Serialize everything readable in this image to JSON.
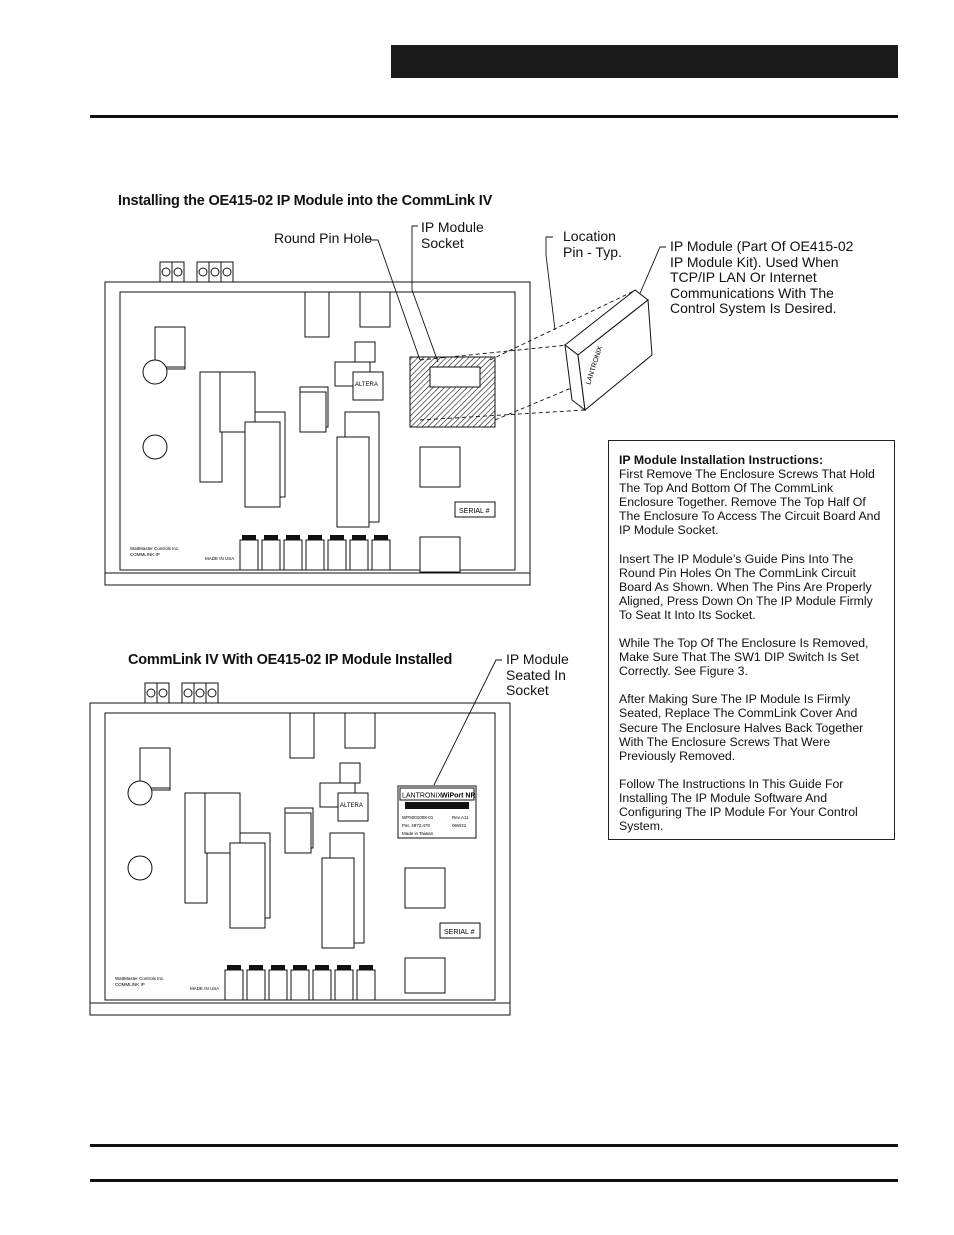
{
  "figure1": {
    "heading": "Installing the OE415-02 IP Module into the CommLink IV",
    "callouts": {
      "round_pin_hole": "Round Pin Hole",
      "ip_module_socket": "IP Module\nSocket",
      "location_pin": "Location\nPin - Typ.",
      "ip_module": "IP Module (Part Of OE415-02\nIP Module Kit). Used When\nTCP/IP LAN Or Internet\nCommunications With The\nControl System Is Desired."
    }
  },
  "figure2": {
    "heading": "CommLink IV With OE415-02 IP Module Installed",
    "callouts": {
      "seated": "IP Module\nSeated In\nSocket"
    },
    "module_label": {
      "brand": "LANTRONIX",
      "model": "WiPort NR",
      "part": "WP5001008-01",
      "rev": "Rev.A11",
      "patent": "Pat. 4872,470",
      "date": "06W21",
      "origin": "Made in Taiwan"
    }
  },
  "board": {
    "maker": "WattMaster Controls Inc.",
    "name": "COMMLINK IP",
    "made_in": "MADE IN USA",
    "serial": "SERIAL #",
    "chip": "ALTERA"
  },
  "instructions": {
    "title": "IP Module Installation Instructions:",
    "paragraphs": [
      "First Remove The Enclosure Screws That Hold The Top And Bottom Of The CommLink Enclosure Together. Remove The Top Half Of The Enclosure To Access The Circuit Board And IP Module Socket.",
      "Insert The IP Module’s Guide Pins Into The Round Pin Holes On The CommLink Circuit Board As Shown. When The Pins Are Properly Aligned, Press Down On The IP Module Firmly To Seat It Into Its Socket.",
      "While The Top Of The Enclosure Is Removed, Make Sure That The SW1 DIP Switch Is Set Correctly. See Figure 3.",
      "After Making Sure The IP Module Is Firmly Seated, Replace The CommLink Cover And Secure The Enclosure Halves Back Together With The Enclosure Screws That Were Previously Removed.",
      "Follow The Instructions In This Guide For Installing The IP Module Software And Configuring The IP Module For Your Control System."
    ]
  }
}
